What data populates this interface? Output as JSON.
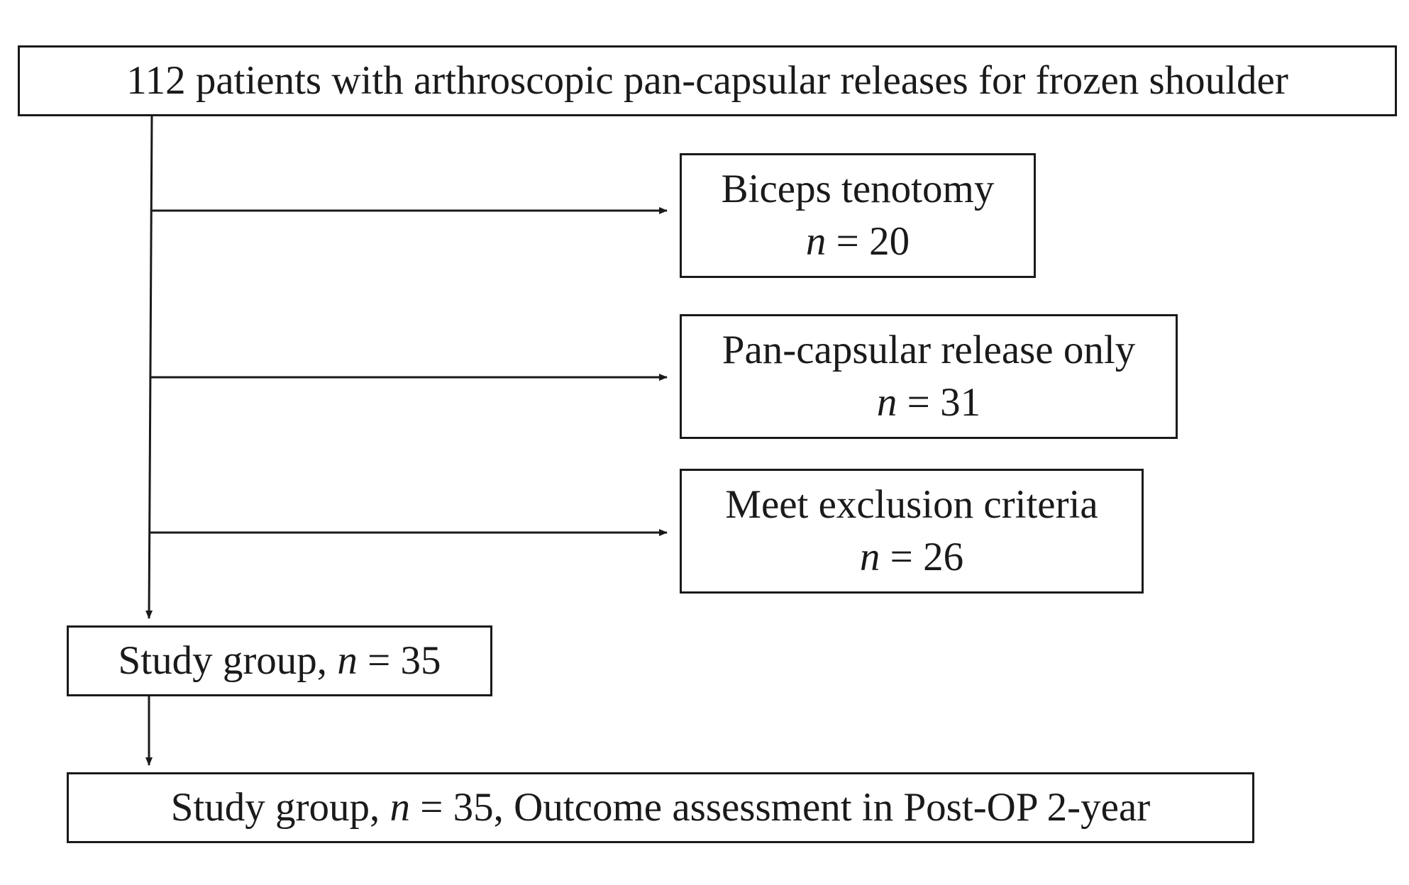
{
  "flowchart": {
    "root": {
      "label": "112 patients with arthroscopic pan-capsular releases for frozen shoulder"
    },
    "excluded_branches": [
      {
        "title": "Biceps tenotomy",
        "n_symbol": "n",
        "n_value": "= 20"
      },
      {
        "title": "Pan-capsular release only",
        "n_symbol": "n",
        "n_value": "= 31"
      },
      {
        "title": "Meet exclusion criteria",
        "n_symbol": "n",
        "n_value": "= 26"
      }
    ],
    "study_group": {
      "prefix": "Study group, ",
      "n_symbol": "n",
      "suffix": " = 35"
    },
    "outcome": {
      "prefix": "Study group, ",
      "n_symbol": "n",
      "suffix": " = 35, Outcome assessment in Post-OP 2-year"
    }
  },
  "colors": {
    "line": "#1a1a1a",
    "box_border": "#1a1a1a",
    "background": "#ffffff"
  }
}
